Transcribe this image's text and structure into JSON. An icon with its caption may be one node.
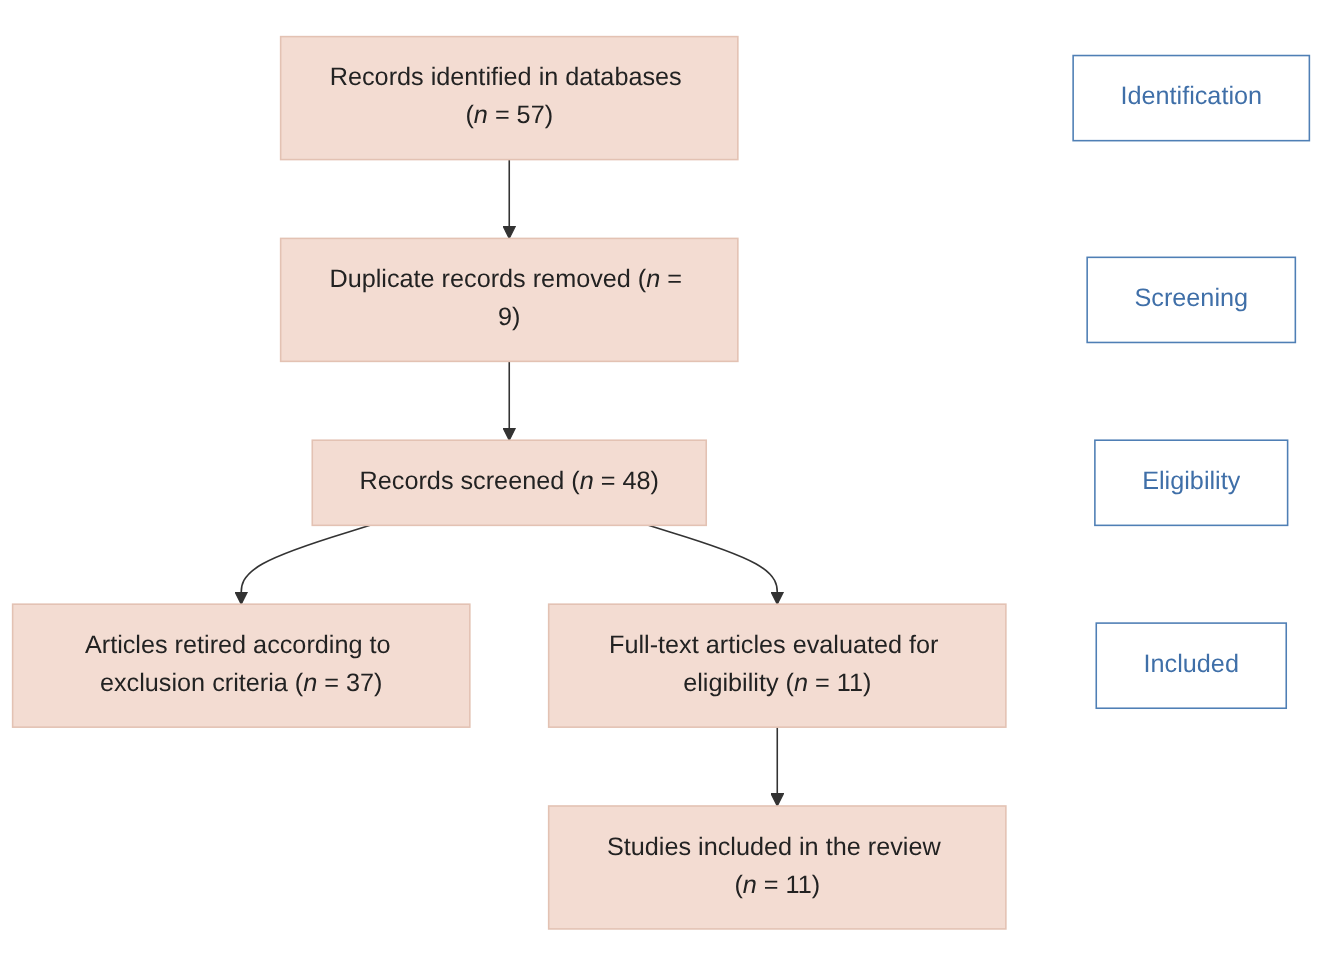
{
  "diagram": {
    "nodes": [
      {
        "text": [
          "Identification"
        ]
      },
      {
        "text": [
          "Records identified in databases (*n* = 57)"
        ]
      },
      {
        "text": [
          "Duplicate records removed (*n* = 9)"
        ]
      },
      {
        "text": [
          "Screening"
        ]
      },
      {
        "text": [
          "Records screened (*n* = 48)"
        ]
      },
      {
        "text": [
          "Articles retired according to exclusion criteria (*n* = 37)"
        ]
      },
      {
        "text": [
          "Eligibility"
        ]
      },
      {
        "text": [
          "Full-text articles evaluated for eligibility (*n* = 11)"
        ]
      },
      {
        "text": [
          "Included"
        ]
      },
      {
        "text": [
          "Studies included in the review (*n* = 11)"
        ]
      }
    ],
    "edges": [
      {
        "from": 1,
        "to": 2,
        "arrow": "to"
      },
      {
        "from": 2,
        "to": 4,
        "arrow": "to"
      },
      {
        "from": 4,
        "to": 5,
        "arrow": "to"
      },
      {
        "from": 4,
        "to": 7,
        "arrow": "to"
      },
      {
        "from": 7,
        "to": 9,
        "arrow": "to"
      }
    ]
  }
}
